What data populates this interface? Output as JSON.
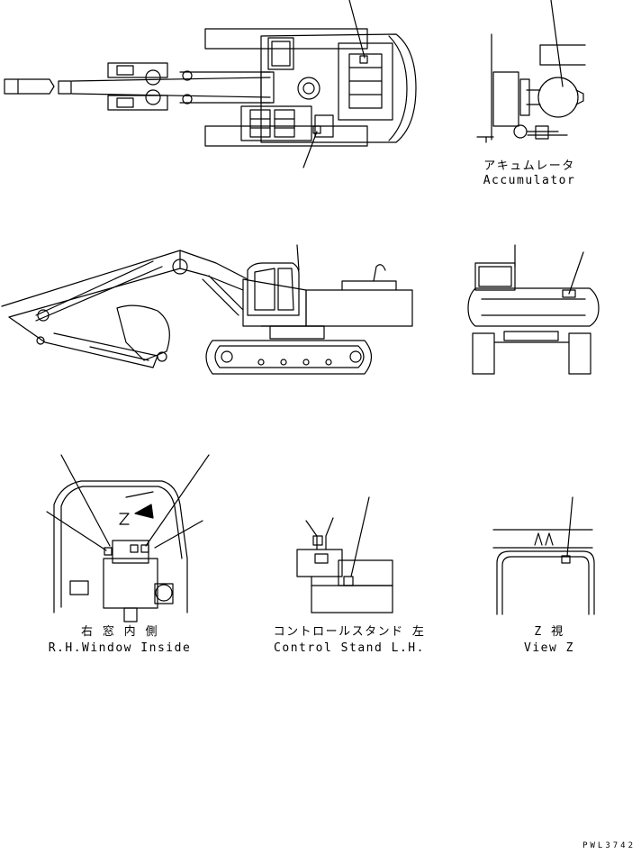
{
  "labels": {
    "accumulator_jp": "アキュムレータ",
    "accumulator_en": "Accumulator",
    "rh_window_jp": "右 窓 内 側",
    "rh_window_en": "R.H.Window Inside",
    "control_stand_jp": "コントロールスタンド 左",
    "control_stand_en": "Control Stand L.H.",
    "view_z_jp": "Z 視",
    "view_z_en": "View Z",
    "z_marker": "Z"
  },
  "drawing_code": "PWL3742"
}
